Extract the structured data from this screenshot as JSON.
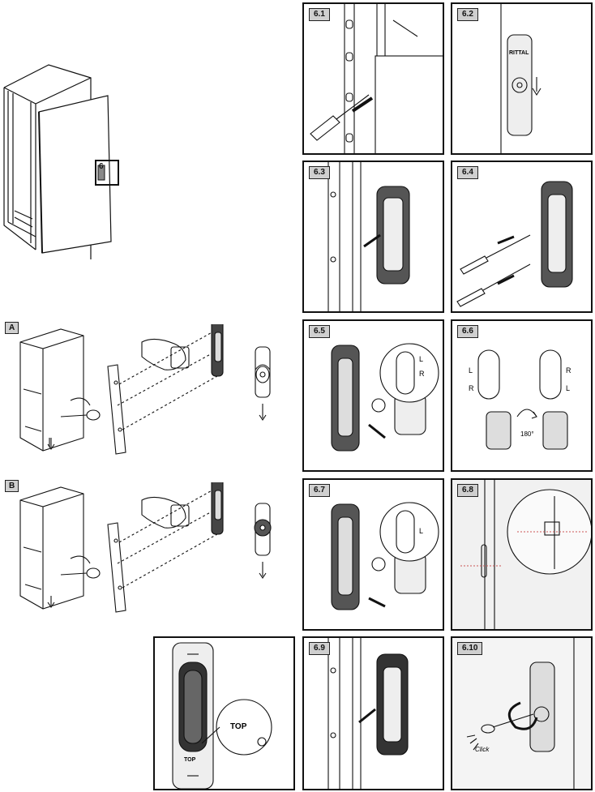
{
  "overview": {
    "callout": "6"
  },
  "sections": {
    "a": "A",
    "b": "B"
  },
  "steps": {
    "s61": "6.1",
    "s62": "6.2",
    "s63": "6.3",
    "s64": "6.4",
    "s65": "6.5",
    "s66": "6.6",
    "s67": "6.7",
    "s68": "6.8",
    "s69": "6.9",
    "s610": "6.10"
  },
  "labels": {
    "brand": "RITTAL",
    "insert_l": "L",
    "insert_r": "R",
    "rotation": "180°",
    "top": "TOP",
    "click": "Click"
  },
  "colors": {
    "line": "#111111",
    "panel_border": "#111111",
    "tag_bg": "#cfcfcf",
    "metal": "#d9d9d9"
  }
}
